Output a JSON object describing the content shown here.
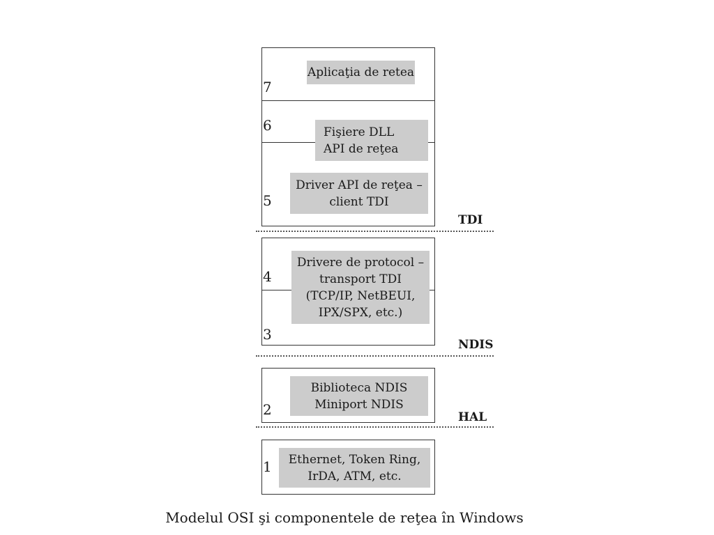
{
  "layers": {
    "n7": "7",
    "n6": "6",
    "n5": "5",
    "n4": "4",
    "n3": "3",
    "n2": "2",
    "n1": "1"
  },
  "components": {
    "app": "Aplicaţia de retea",
    "dll": [
      "Fişiere DLL",
      "API de reţea"
    ],
    "driver_api": [
      "Driver API de reţea –",
      "client TDI"
    ],
    "protocol": [
      "Drivere de protocol –",
      "transport TDI",
      "(TCP/IP, NetBEUI,",
      "IPX/SPX, etc.)"
    ],
    "ndis_lib": [
      "Biblioteca NDIS",
      "Miniport NDIS"
    ],
    "physical": [
      "Ethernet, Token Ring,",
      "IrDA, ATM, etc."
    ]
  },
  "interfaces": {
    "tdi": "TDI",
    "ndis": "NDIS",
    "hal": "HAL"
  },
  "caption": "Modelul OSI şi componentele de reţea în Windows"
}
